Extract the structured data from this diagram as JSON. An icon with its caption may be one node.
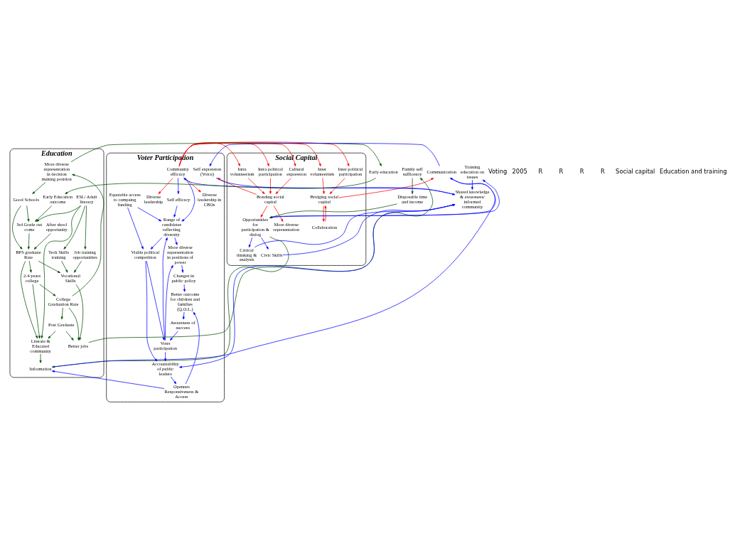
{
  "diagram": {
    "nodes": [
      {
        "text": [
          "Social Capital"
        ]
      },
      {
        "text": [
          "Voter Participation"
        ]
      },
      {
        "text": [
          "Education"
        ]
      },
      {
        "text": [
          "More diverse representation"
        ],
        "in": 0
      },
      {
        "text": [
          "Cultural expression"
        ],
        "in": 0
      },
      {
        "text": [
          "Bonding social capital"
        ],
        "in": 0
      },
      {
        "text": [
          "Inter political participation"
        ],
        "in": 0
      },
      {
        "text": [
          "Intra political participation"
        ],
        "in": 0
      },
      {
        "text": [
          "Bridging social capital"
        ],
        "in": 0
      },
      {
        "text": [
          "Collaboration"
        ],
        "in": 0
      },
      {
        "text": [
          "Inter volunteerism"
        ],
        "in": 0
      },
      {
        "text": [
          "Intra volunteerism"
        ],
        "in": 0
      },
      {
        "text": [
          "Critical thinking & analysis"
        ],
        "in": 0
      },
      {
        "text": [
          "Civic Skills"
        ],
        "in": 0
      },
      {
        "text": [
          "Opportunities for participation & dialog"
        ],
        "in": 0
      },
      {
        "text": [
          "Training education on issues"
        ]
      },
      {
        "text": [
          "Shared knowledge & awareness/ informed community"
        ]
      },
      {
        "text": [
          "Self expression (Voice)"
        ],
        "in": 1
      },
      {
        "text": [
          "Communication"
        ]
      },
      {
        "text": [
          "Diverse leadership in CBOs"
        ],
        "in": 1
      },
      {
        "text": [
          "Diverse leadership"
        ],
        "in": 1
      },
      {
        "text": [
          "Community efficacy"
        ],
        "in": 1
      },
      {
        "text": [
          "Self efficacy"
        ],
        "in": 1
      },
      {
        "text": [
          "Equatable access to campaing funding"
        ],
        "in": 1
      },
      {
        "text": [
          "Range of candidates reflecting diversity"
        ],
        "in": 1
      },
      {
        "text": [
          "More diverse representation in positions of power"
        ],
        "in": 1
      },
      {
        "text": [
          "Viable political competition"
        ],
        "in": 1
      },
      {
        "text": [
          "Voter participation"
        ],
        "in": 1
      },
      {
        "text": [
          "Changes in public policy"
        ],
        "in": 1
      },
      {
        "text": [
          "Accountability of public leaders"
        ],
        "in": 1
      },
      {
        "text": [
          "Awareness of success"
        ],
        "in": 1
      },
      {
        "text": [
          "Better outcome for children and families (Q.O.L.)"
        ],
        "in": 1
      },
      {
        "text": [
          "Opennes Responsiveness & Access"
        ],
        "in": 1
      },
      {
        "text": [
          "Information"
        ],
        "in": 2
      },
      {
        "text": [
          "Disposable time and income"
        ]
      },
      {
        "text": [
          "Family self sufficency"
        ]
      },
      {
        "text": [
          "Job training opportunities"
        ],
        "in": 2
      },
      {
        "text": [
          "Vocational Skills"
        ],
        "in": 2
      },
      {
        "text": [
          "Better jobs"
        ],
        "in": 2
      },
      {
        "text": [
          "More diverse representation in decision making position"
        ],
        "in": 2
      },
      {
        "text": [
          "Good Schools"
        ],
        "in": 2
      },
      {
        "text": [
          "Early education"
        ]
      },
      {
        "text": [
          "Early Education outcome"
        ],
        "in": 2
      },
      {
        "text": [
          "3rd Grade out come"
        ],
        "in": 2
      },
      {
        "text": [
          "BPS graduate Rate"
        ],
        "in": 2
      },
      {
        "text": [
          "2-4 years college"
        ],
        "in": 2
      },
      {
        "text": [
          "College Graduation Rate"
        ],
        "in": 2
      },
      {
        "text": [
          "Post Graduate"
        ],
        "in": 2
      },
      {
        "text": [
          "Tech Skills training"
        ],
        "in": 2
      },
      {
        "text": [
          "After shool opportunity"
        ],
        "in": 2
      },
      {
        "text": [
          "ESL/ Adult literacy"
        ],
        "in": 2
      },
      {
        "text": [
          "Literate & Educated community"
        ],
        "in": 2
      }
    ],
    "edges": [
      {
        "from": 5,
        "to": 3,
        "arrow": "to",
        "color": "#ff0000"
      },
      {
        "from": 4,
        "to": 5,
        "arrow": "to",
        "color": "#ff0000"
      },
      {
        "from": 7,
        "to": 5,
        "arrow": "to",
        "color": "#ff0000"
      },
      {
        "from": 11,
        "to": 5,
        "arrow": "to",
        "color": "#ff0000"
      },
      {
        "from": 6,
        "to": 8,
        "arrow": "to",
        "color": "#ff0000"
      },
      {
        "from": 10,
        "to": 8,
        "arrow": "to",
        "color": "#ff0000"
      },
      {
        "from": 8,
        "to": 9,
        "arrow": "to",
        "color": "#ff0000"
      },
      {
        "from": 9,
        "to": 8,
        "arrow": "to",
        "color": "#ff0000"
      },
      {
        "from": 21,
        "to": 4,
        "arrow": "to",
        "color": "#ff0000"
      },
      {
        "from": 21,
        "to": 6,
        "arrow": "to",
        "color": "#ff0000"
      },
      {
        "from": 21,
        "to": 7,
        "arrow": "to",
        "color": "#ff0000"
      },
      {
        "from": 21,
        "to": 10,
        "arrow": "to",
        "color": "#ff0000"
      },
      {
        "from": 21,
        "to": 11,
        "arrow": "to",
        "color": "#ff0000"
      },
      {
        "from": 21,
        "to": 19,
        "arrow": "to",
        "color": "#ff0000"
      },
      {
        "from": 21,
        "to": 20,
        "arrow": "to",
        "color": "#ff0000"
      },
      {
        "from": 5,
        "to": 17,
        "arrow": "to",
        "color": "#ff0000"
      },
      {
        "from": 5,
        "to": 14,
        "arrow": "to",
        "color": "#ff0000"
      },
      {
        "from": 8,
        "to": 18,
        "arrow": "to",
        "color": "#ff0000"
      },
      {
        "from": 14,
        "to": 12,
        "arrow": "to"
      },
      {
        "from": 14,
        "to": 13,
        "arrow": "to"
      },
      {
        "from": 14,
        "to": 15,
        "arrow": "to"
      },
      {
        "from": 12,
        "to": 16,
        "arrow": "to"
      },
      {
        "from": 13,
        "to": 16,
        "arrow": "to"
      },
      {
        "from": 15,
        "to": 16,
        "arrow": "to"
      },
      {
        "from": 17,
        "to": 16,
        "arrow": "to"
      },
      {
        "from": 18,
        "to": 14,
        "arrow": "to"
      },
      {
        "from": 18,
        "to": 17,
        "arrow": "to"
      },
      {
        "from": 33,
        "to": 18,
        "arrow": "to"
      },
      {
        "from": 16,
        "to": 21,
        "arrow": "to"
      },
      {
        "from": 16,
        "to": 29,
        "arrow": "to"
      },
      {
        "from": 21,
        "to": 22,
        "arrow": "to"
      },
      {
        "from": 21,
        "to": 24,
        "arrow": "to"
      },
      {
        "from": 22,
        "to": 24,
        "arrow": "to"
      },
      {
        "from": 23,
        "to": 24,
        "arrow": "to"
      },
      {
        "from": 23,
        "to": 26,
        "arrow": "to"
      },
      {
        "from": 24,
        "to": 26,
        "arrow": "to"
      },
      {
        "from": 24,
        "to": 25,
        "arrow": "to"
      },
      {
        "from": 26,
        "to": 27,
        "arrow": "to"
      },
      {
        "from": 26,
        "to": 29,
        "arrow": "to"
      },
      {
        "from": 27,
        "to": 24,
        "arrow": "to"
      },
      {
        "from": 27,
        "to": 25,
        "arrow": "to"
      },
      {
        "from": 27,
        "to": 29,
        "arrow": "to"
      },
      {
        "from": 25,
        "to": 28,
        "arrow": "to"
      },
      {
        "from": 28,
        "to": 31,
        "arrow": "to"
      },
      {
        "from": 31,
        "to": 30,
        "arrow": "to"
      },
      {
        "from": 30,
        "to": 27,
        "arrow": "to"
      },
      {
        "from": 29,
        "to": 32,
        "arrow": "to"
      },
      {
        "from": 32,
        "to": 31,
        "arrow": "to"
      },
      {
        "from": 32,
        "to": 33,
        "arrow": "to"
      },
      {
        "from": 14,
        "to": 33,
        "arrow": "to",
        "color": "#004d00"
      },
      {
        "from": 34,
        "to": 14,
        "arrow": "to",
        "color": "#004d00"
      },
      {
        "from": 35,
        "to": 34,
        "arrow": "to",
        "color": "#004d00"
      },
      {
        "from": 38,
        "to": 35,
        "arrow": "to",
        "color": "#004d00"
      },
      {
        "from": 37,
        "to": 38,
        "arrow": "to",
        "color": "#004d00"
      },
      {
        "from": 36,
        "to": 37,
        "arrow": "to",
        "color": "#004d00"
      },
      {
        "from": 46,
        "to": 38,
        "arrow": "to",
        "color": "#004d00"
      },
      {
        "from": 47,
        "to": 38,
        "arrow": "to",
        "color": "#004d00"
      },
      {
        "from": 46,
        "to": 39,
        "arrow": "to",
        "color": "#004d00"
      },
      {
        "from": 39,
        "to": 41,
        "arrow": "to",
        "color": "#004d00"
      },
      {
        "from": 39,
        "to": 40,
        "arrow": "to",
        "color": "#004d00"
      },
      {
        "from": 40,
        "to": 43,
        "arrow": "to",
        "color": "#004d00"
      },
      {
        "from": 40,
        "to": 44,
        "arrow": "to",
        "color": "#004d00"
      },
      {
        "from": 41,
        "to": 42,
        "arrow": "to",
        "color": "#004d00"
      },
      {
        "from": 42,
        "to": 43,
        "arrow": "to",
        "color": "#004d00"
      },
      {
        "from": 43,
        "to": 44,
        "arrow": "to",
        "color": "#004d00"
      },
      {
        "from": 44,
        "to": 45,
        "arrow": "to",
        "color": "#004d00"
      },
      {
        "from": 45,
        "to": 46,
        "arrow": "to",
        "color": "#004d00"
      },
      {
        "from": 46,
        "to": 47,
        "arrow": "to",
        "color": "#004d00"
      },
      {
        "from": 44,
        "to": 37,
        "arrow": "to",
        "color": "#004d00"
      },
      {
        "from": 50,
        "to": 36,
        "arrow": "to",
        "color": "#004d00"
      },
      {
        "from": 50,
        "to": 48,
        "arrow": "to",
        "color": "#004d00"
      },
      {
        "from": 48,
        "to": 37,
        "arrow": "to",
        "color": "#004d00"
      },
      {
        "from": 50,
        "to": 51,
        "arrow": "to",
        "color": "#004d00"
      },
      {
        "from": 50,
        "to": 43,
        "arrow": "to",
        "color": "#004d00"
      },
      {
        "from": 49,
        "to": 44,
        "arrow": "to",
        "color": "#004d00"
      },
      {
        "from": 45,
        "to": 51,
        "arrow": "to",
        "color": "#004d00"
      },
      {
        "from": 47,
        "to": 51,
        "arrow": "to",
        "color": "#004d00"
      },
      {
        "from": 44,
        "to": 51,
        "arrow": "to",
        "color": "#004d00"
      },
      {
        "from": 51,
        "to": 33,
        "arrow": "to",
        "color": "#004d00"
      }
    ],
    "labels": [
      "Voting",
      "2005",
      "R",
      "R",
      "R",
      "R",
      "Social capital",
      "Education and training"
    ]
  }
}
